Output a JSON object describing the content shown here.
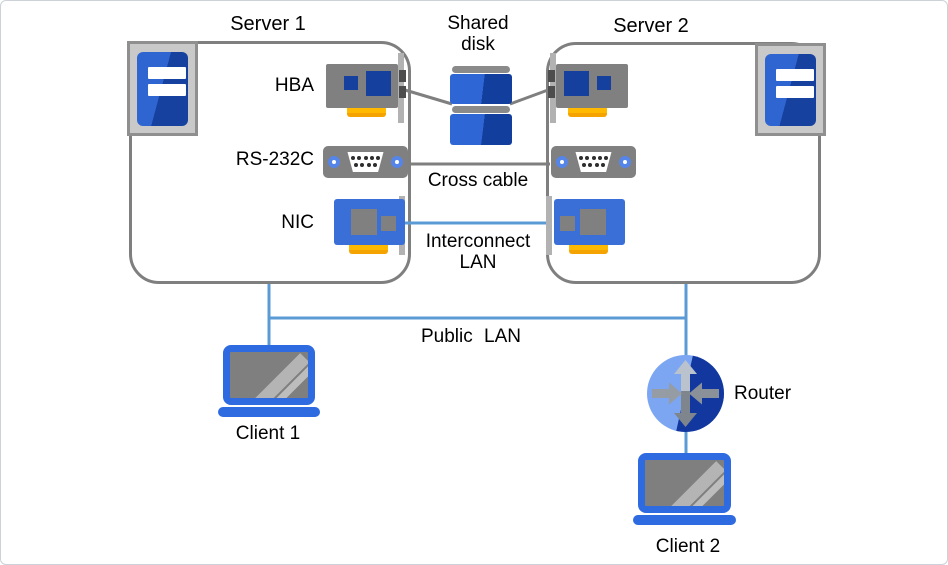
{
  "server1": {
    "title": "Server 1"
  },
  "server2": {
    "title": "Server 2"
  },
  "components": {
    "hba": "HBA",
    "rs232c": "RS-232C",
    "nic": "NIC"
  },
  "shared_disk": {
    "line1": "Shared",
    "line2": "disk"
  },
  "links": {
    "cross_cable": "Cross cable",
    "interconnect_line1": "Interconnect",
    "interconnect_line2": "LAN",
    "public_lan": "Public LAN"
  },
  "nodes": {
    "router": "Router",
    "client1": "Client 1",
    "client2": "Client 2"
  },
  "colors": {
    "box_border": "#7f7f7f",
    "lan_line": "#5b9bd5",
    "card_gray": "#808080",
    "navy": "#15409e",
    "royal_blue": "#3a6fd8",
    "laptop_blue": "#2e6be0",
    "connector_yellow": "#ffb900",
    "router_light": "#7da6f2",
    "router_dark": "#12389f"
  }
}
